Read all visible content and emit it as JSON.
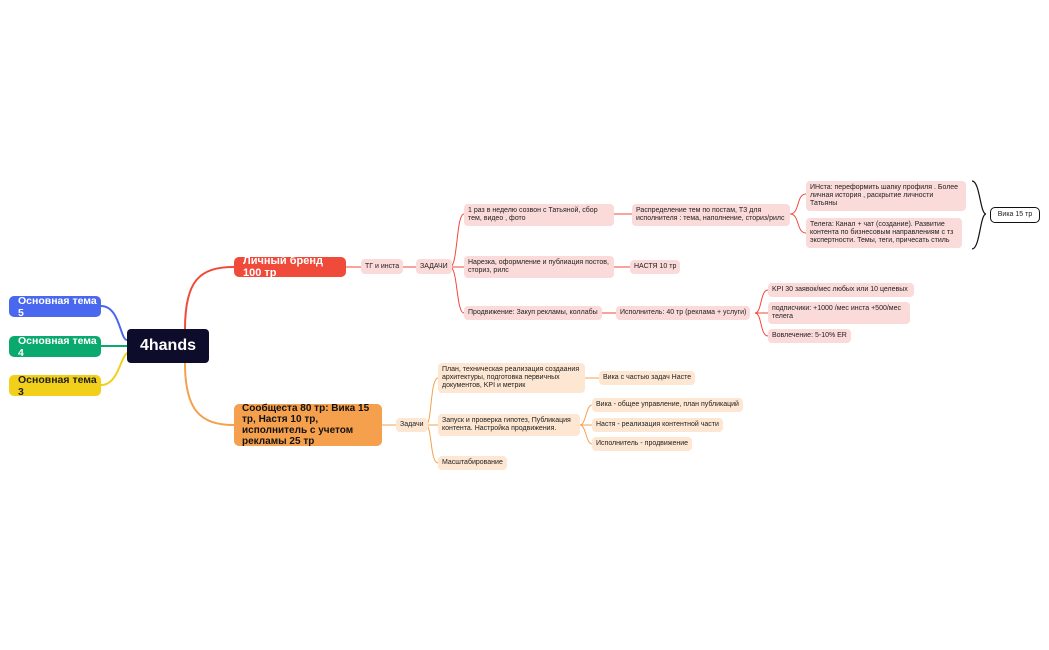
{
  "root": {
    "label": "4hands"
  },
  "left_topics": [
    "Основная тема 5",
    "Основная тема 4",
    "Основная тема 3"
  ],
  "brand": {
    "label": "Личный бренд 100 тр",
    "channel": "ТГ и инста",
    "tasks_label": "ЗАДАЧИ",
    "task1": "1 раз в неделю созвон с Татьяной, сбор тем, видео , фото",
    "task1_child": "Распределение тем по постам, ТЗ для исполнителя : тема, наполнение, сториз/рилс",
    "insta": "ИНста: переформить шапку профиля . Более личная история , раскрытие личности Татьяны",
    "telega": "Телега: Канал + чат (создание). Развитие контента по бизнесовым направлениям с тз экспертности. Темы, теги, причесать стиль",
    "summary": "Вика 15 тр",
    "task2": "Нарезка, оформление и публиация постов, сториз, рилс",
    "task2_child": "НАСТЯ 10 тр",
    "task3": "Продвижение: Закуп рекламы, коллабы",
    "task3_child": "Исполнитель: 40 тр (реклама + услуги)",
    "kpi": "KPI 30 заявок/мес любых или 10 целевых",
    "subs": "подписчики: +1000 /мес инста +500/мес телега",
    "engage": "Вовлечение: 5-10% ER"
  },
  "community": {
    "label": "Сообщеста 80 тр: Вика 15 тр, Настя 10 тр, исполнитель с учетом рекламы 25 тр",
    "tasks_label": "Задачи",
    "plan": "План, техническая реализация создаания архитектуры, подготовка первичных документов, KPI и метрик",
    "plan_child": "Вика с частью задач Насте",
    "launch": "Запуск и проверка гипотез, Публикация контента. Настройка продвижения.",
    "launch_children": [
      "Вика - общее управление, план публикаций",
      "Настя - реализация контентной части",
      "Исполнитель - продвижение"
    ],
    "scale": "Масштабирование"
  },
  "colors": {
    "root": "#0d0d2b",
    "brand": "#f04a3a",
    "community": "#f5a04d",
    "t5": "#4a67f0",
    "t4": "#0aaa6e",
    "t3": "#f2d01a"
  }
}
